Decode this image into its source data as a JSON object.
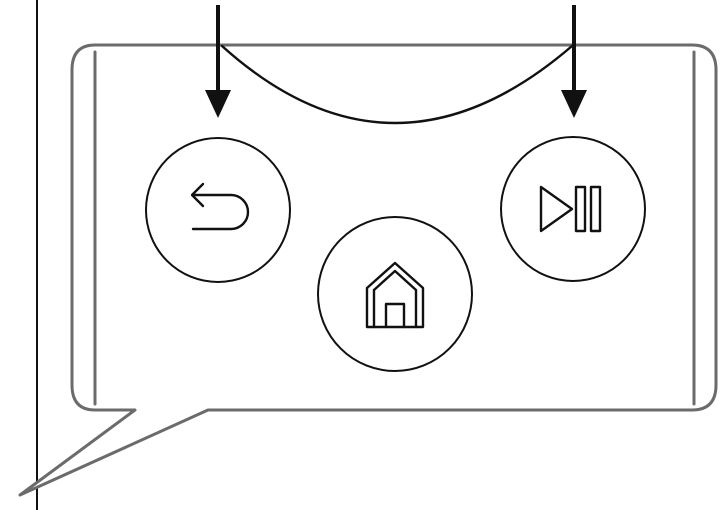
{
  "diagram": {
    "subject": "remote-control-buttons",
    "buttons": [
      {
        "id": "back",
        "icon": "back-arrow-icon"
      },
      {
        "id": "home",
        "icon": "home-icon"
      },
      {
        "id": "play-pause",
        "icon": "play-pause-icon"
      }
    ],
    "pointer_arrows": [
      {
        "target": "back"
      },
      {
        "target": "play-pause"
      }
    ],
    "colors": {
      "line": "#111111",
      "panel_outline": "#6b6b6b",
      "background": "#ffffff"
    }
  }
}
